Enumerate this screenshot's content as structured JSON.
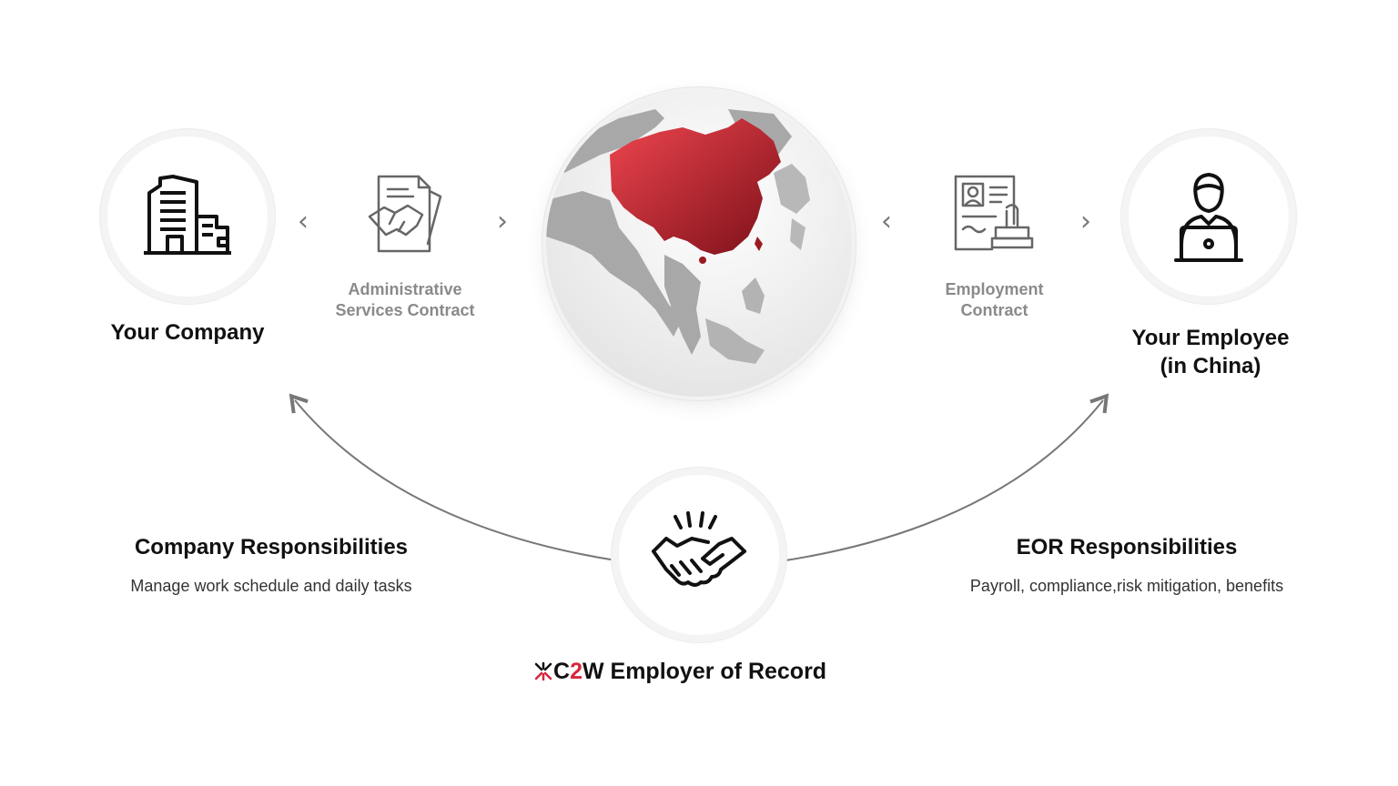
{
  "company": {
    "title": "Your Company"
  },
  "admin_contract": {
    "line1": "Administrative",
    "line2": "Services Contract"
  },
  "employment_contract": {
    "line1": "Employment",
    "line2": "Contract"
  },
  "employee": {
    "line1": "Your Employee",
    "line2": "(in China)"
  },
  "company_resp": {
    "title": "Company Responsibilities",
    "desc": "Manage work schedule and daily tasks"
  },
  "eor_resp": {
    "title": "EOR Responsibilities",
    "desc": "Payroll, compliance,risk mitigation, benefits"
  },
  "eor": {
    "brand_c": "C",
    "brand_2": "2",
    "brand_w": "W",
    "label": "Employer of Record"
  },
  "colors": {
    "accent": "#d7263d",
    "map_gray": "#a8a8a8",
    "text": "#111111",
    "muted": "#8a8a8a"
  },
  "icons": [
    "office-building-icon",
    "handshake-contract-icon",
    "globe-china-map-icon",
    "employment-contract-stamp-icon",
    "employee-laptop-icon",
    "handshake-deal-icon",
    "c2w-logo-icon"
  ]
}
